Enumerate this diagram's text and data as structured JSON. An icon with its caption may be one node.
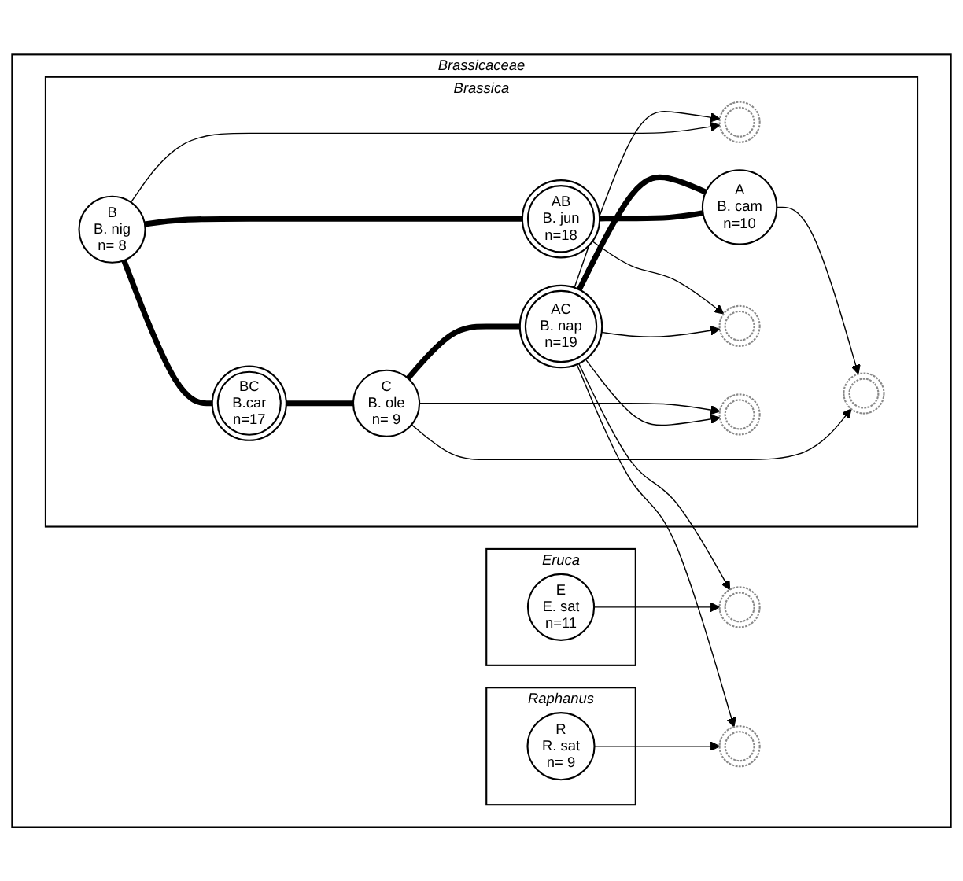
{
  "diagram": {
    "nodes": [
      {
        "text": [
          "Brassicaceae"
        ]
      },
      {
        "text": [
          "Eruca"
        ],
        "in": 0
      },
      {
        "text": [
          "E",
          "E. sat",
          "n=11"
        ],
        "in": 1
      },
      {
        "text": [
          "Brassica"
        ],
        "in": 0
      },
      {
        "text": [
          "B",
          "B. nig",
          "n= 8"
        ],
        "in": 3
      },
      {
        "text": [
          "BC",
          "B.car",
          "n=17"
        ],
        "in": 3
      },
      {
        "text": [
          "AB",
          "B. jun",
          "n=18"
        ],
        "in": 3
      },
      {
        "text": [
          "C",
          "B. ole",
          "n= 9"
        ],
        "in": 3
      },
      {
        "text": [
          "AC",
          "B. nap",
          "n=19"
        ],
        "in": 3
      },
      {
        "text": [
          "A",
          "B. cam",
          "n=10"
        ],
        "in": 3
      },
      {
        "text": [
          "Raphanus"
        ],
        "in": 0
      },
      {
        "text": [
          "R",
          "R. sat",
          "n= 9"
        ],
        "in": 10
      },
      {
        "text": [],
        "shape": "circle",
        "in": 0
      },
      {
        "text": [],
        "shape": "circle",
        "in": 3
      },
      {
        "text": [],
        "shape": "circle",
        "in": 0
      },
      {
        "text": [],
        "shape": "circle",
        "in": 3
      },
      {
        "text": [],
        "shape": "circle",
        "in": 3
      },
      {
        "text": [],
        "shape": "circle",
        "in": 3
      }
    ],
    "edges": [
      {
        "from": 4,
        "to": 5,
        "arrow": "none",
        "style": "thick"
      },
      {
        "from": 4,
        "to": 6,
        "arrow": "none",
        "style": "thick"
      },
      {
        "from": 4,
        "to": 13,
        "arrow": "to"
      },
      {
        "from": 5,
        "to": 7,
        "arrow": "none",
        "style": "thick"
      },
      {
        "from": 6,
        "to": 9,
        "arrow": "none",
        "style": "thick"
      },
      {
        "from": 7,
        "to": 8,
        "arrow": "none",
        "style": "thick"
      },
      {
        "from": 8,
        "to": 9,
        "arrow": "none",
        "style": "thick"
      },
      {
        "from": 2,
        "to": 12,
        "arrow": "to"
      },
      {
        "from": 11,
        "to": 14,
        "arrow": "to"
      },
      {
        "from": 8,
        "to": 12,
        "arrow": "to"
      },
      {
        "from": 8,
        "to": 13,
        "arrow": "to"
      },
      {
        "from": 8,
        "to": 15,
        "arrow": "to"
      },
      {
        "from": 8,
        "to": 14,
        "arrow": "to"
      },
      {
        "from": 8,
        "to": 16,
        "arrow": "to"
      },
      {
        "from": 7,
        "to": 16,
        "arrow": "to"
      },
      {
        "from": 6,
        "to": 15,
        "arrow": "to"
      },
      {
        "from": 7,
        "to": 17,
        "arrow": "to"
      },
      {
        "from": 9,
        "to": 17,
        "arrow": "to"
      }
    ]
  }
}
